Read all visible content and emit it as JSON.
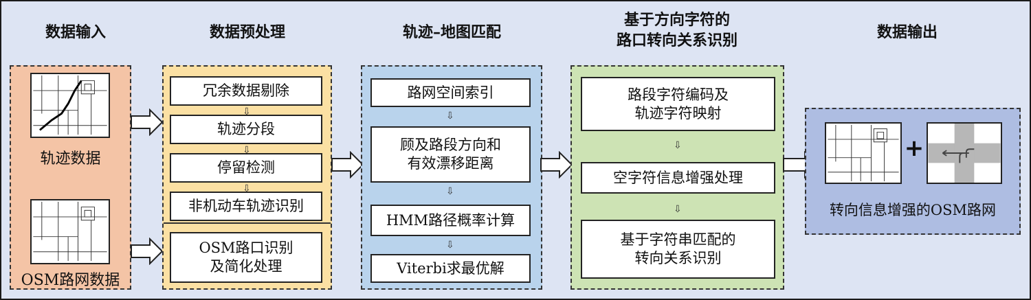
{
  "stages": {
    "input": "数据输入",
    "preprocess": "数据预处理",
    "matching": "轨迹–地图匹配",
    "turn_line1": "基于方向字符的",
    "turn_line2": "路口转向关系识别",
    "output": "数据输出"
  },
  "input_panel": {
    "trajectory_label": "轨迹数据",
    "osm_label": "OSM路网数据"
  },
  "preprocess_panel": {
    "steps": [
      "冗余数据剔除",
      "轨迹分段",
      "停留检测",
      "非机动车轨迹识别"
    ],
    "osm_line1": "OSM路口识别",
    "osm_line2": "及简化处理"
  },
  "matching_panel": {
    "step1": "路网空间索引",
    "step2_line1": "顾及路段方向和",
    "step2_line2": "有效漂移距离",
    "step3": "HMM路径概率计算",
    "step4": "Viterbi求最优解"
  },
  "turn_panel": {
    "step1_line1": "路段字符编码及",
    "step1_line2": "轨迹字符映射",
    "step2": "空字符信息增强处理",
    "step3_line1": "基于字符串匹配的",
    "step3_line2": "转向关系识别"
  },
  "output_panel": {
    "plus": "+",
    "label": "转向信息增强的OSM路网"
  },
  "colors": {
    "background": "#dde4f3",
    "input_panel": "#f4c4a6",
    "preprocess_panel": "#fbe0a3",
    "matching_panel": "#b9d3ec",
    "turn_panel": "#cde3b4",
    "output_panel": "#aebde2"
  }
}
